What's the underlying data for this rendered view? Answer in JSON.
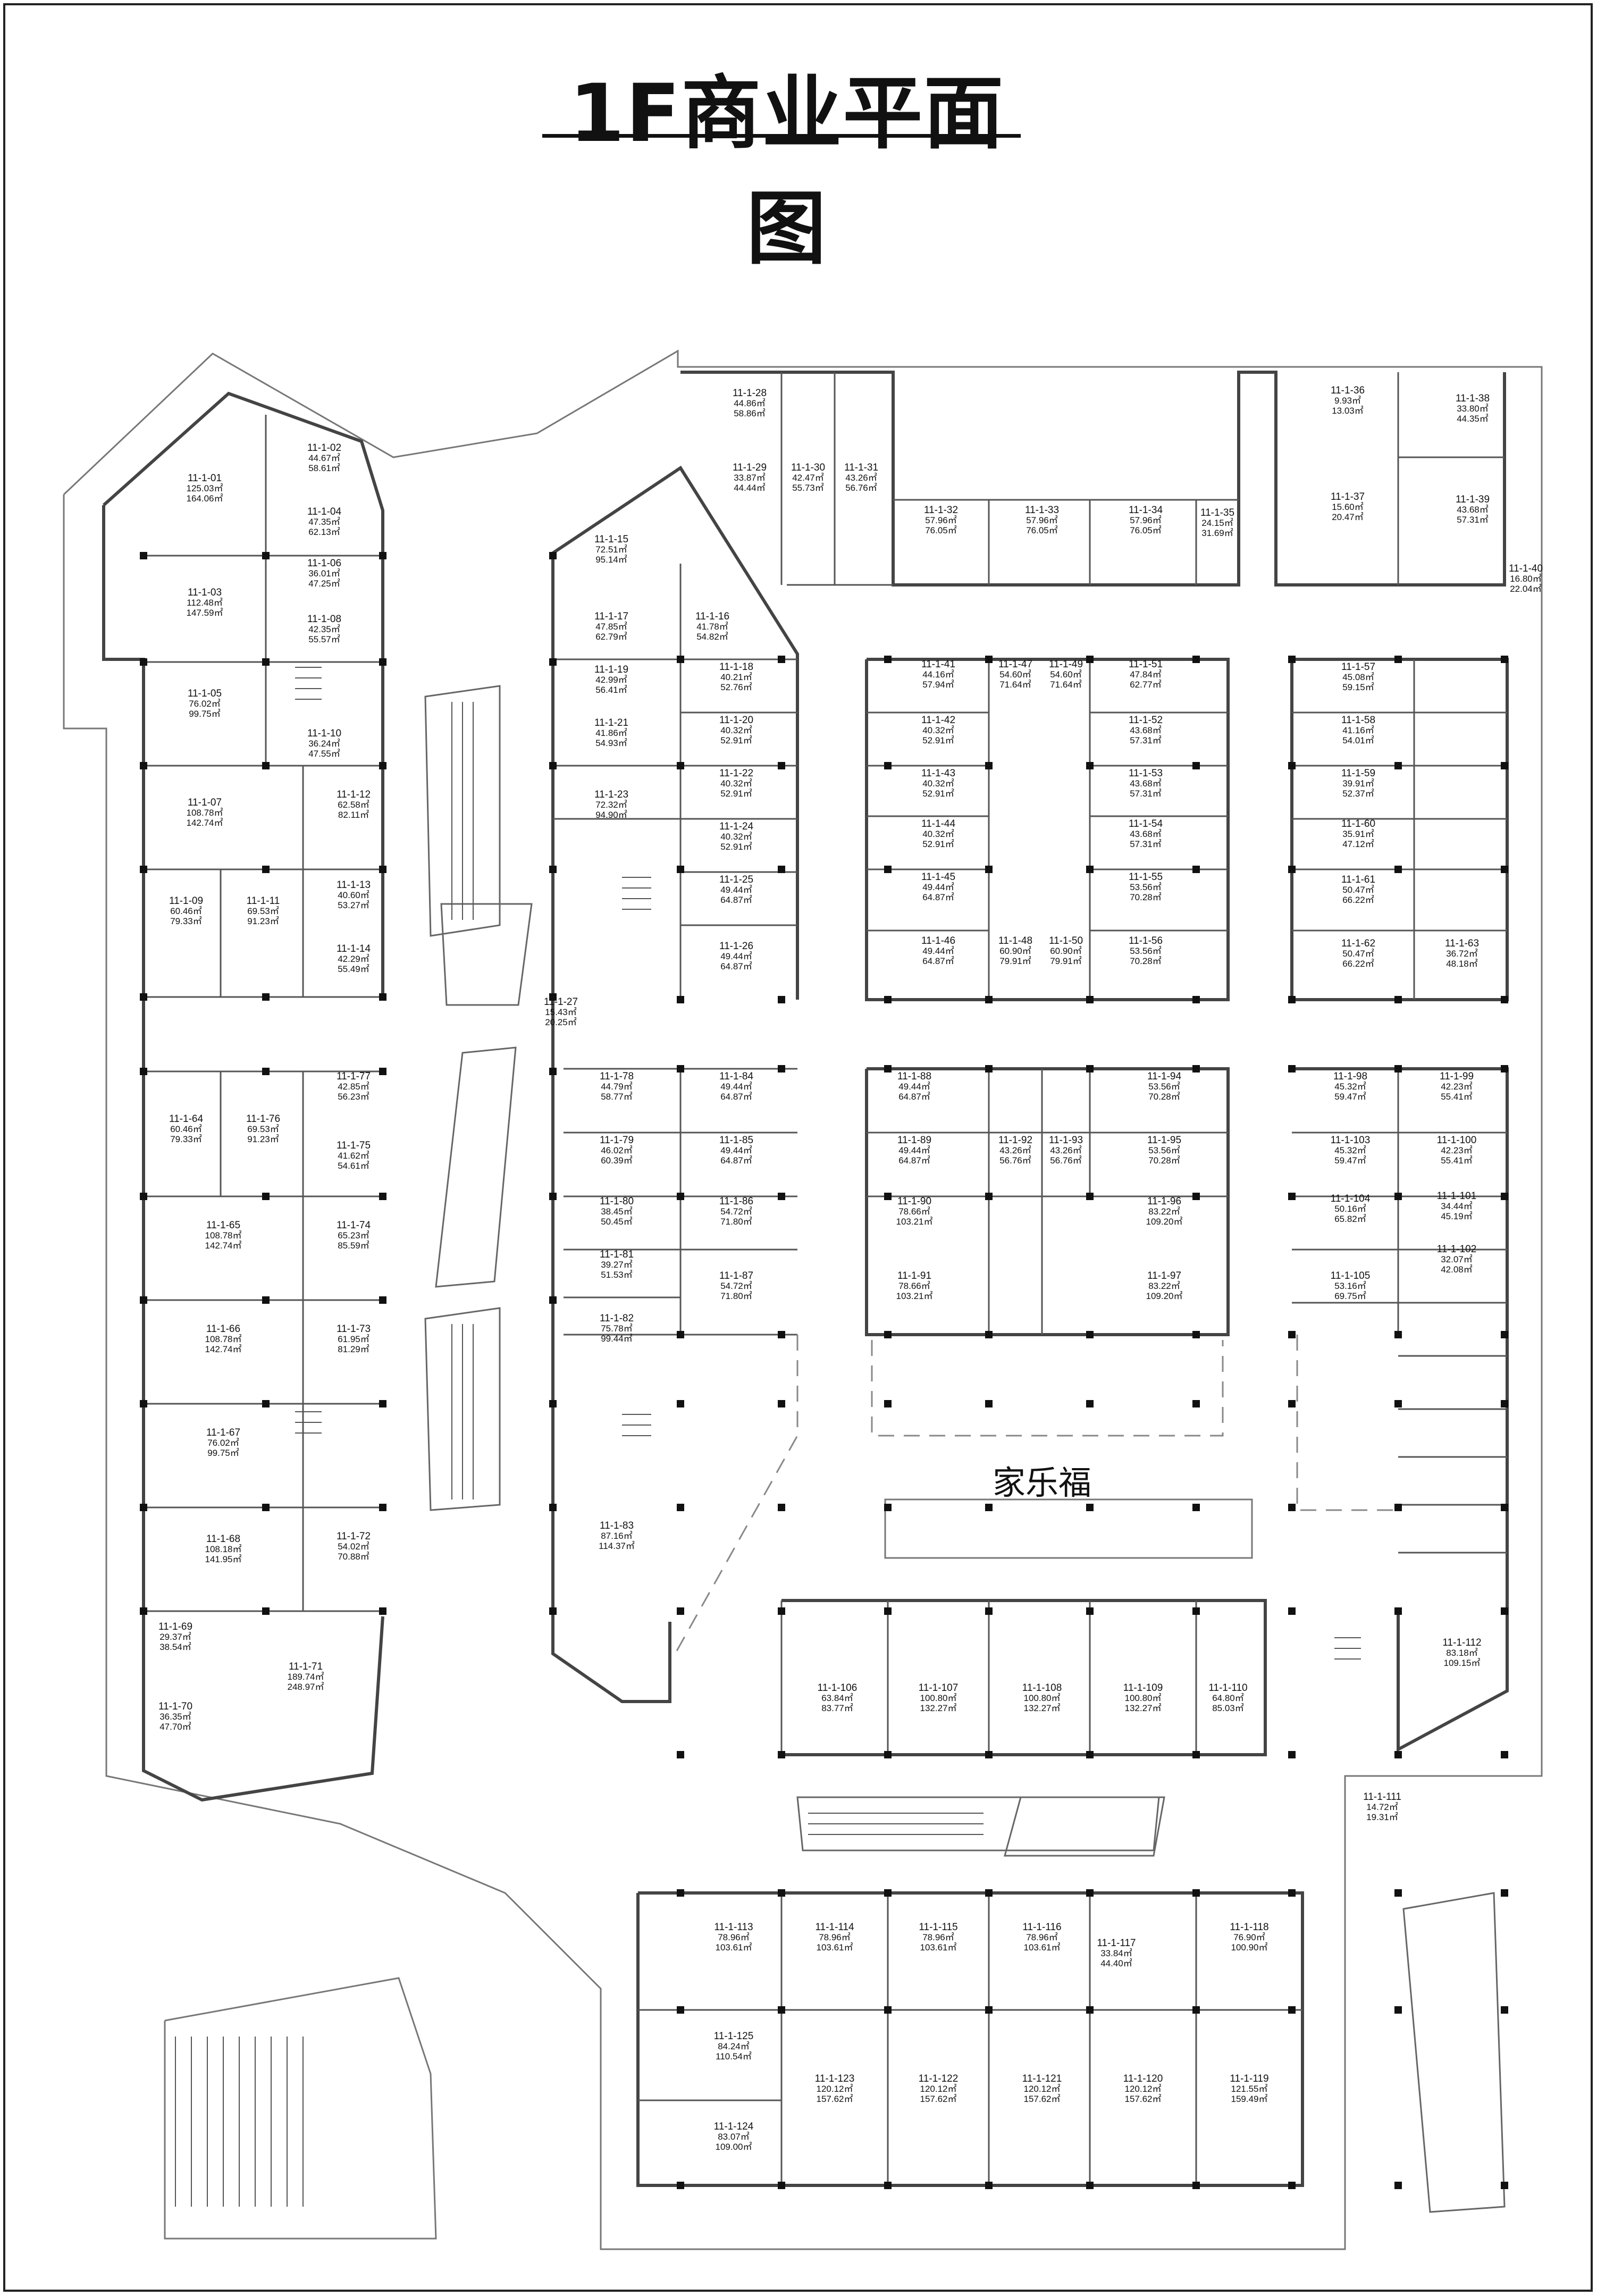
{
  "title": "1F商业平面图",
  "anchor_label": "家乐福",
  "units": [
    {
      "id": "11-1-01",
      "a": "125.03㎡",
      "b": "164.06㎡"
    },
    {
      "id": "11-1-02",
      "a": "44.67㎡",
      "b": "58.61㎡"
    },
    {
      "id": "11-1-03",
      "a": "112.48㎡",
      "b": "147.59㎡"
    },
    {
      "id": "11-1-04",
      "a": "47.35㎡",
      "b": "62.13㎡"
    },
    {
      "id": "11-1-05",
      "a": "76.02㎡",
      "b": "99.75㎡"
    },
    {
      "id": "11-1-06",
      "a": "36.01㎡",
      "b": "47.25㎡"
    },
    {
      "id": "11-1-07",
      "a": "108.78㎡",
      "b": "142.74㎡"
    },
    {
      "id": "11-1-08",
      "a": "42.35㎡",
      "b": "55.57㎡"
    },
    {
      "id": "11-1-09",
      "a": "60.46㎡",
      "b": "79.33㎡"
    },
    {
      "id": "11-1-10",
      "a": "36.24㎡",
      "b": "47.55㎡"
    },
    {
      "id": "11-1-11",
      "a": "69.53㎡",
      "b": "91.23㎡"
    },
    {
      "id": "11-1-12",
      "a": "62.58㎡",
      "b": "82.11㎡"
    },
    {
      "id": "11-1-13",
      "a": "40.60㎡",
      "b": "53.27㎡"
    },
    {
      "id": "11-1-14",
      "a": "42.29㎡",
      "b": "55.49㎡"
    },
    {
      "id": "11-1-15",
      "a": "72.51㎡",
      "b": "95.14㎡"
    },
    {
      "id": "11-1-16",
      "a": "41.78㎡",
      "b": "54.82㎡"
    },
    {
      "id": "11-1-17",
      "a": "47.85㎡",
      "b": "62.79㎡"
    },
    {
      "id": "11-1-18",
      "a": "40.21㎡",
      "b": "52.76㎡"
    },
    {
      "id": "11-1-19",
      "a": "42.99㎡",
      "b": "56.41㎡"
    },
    {
      "id": "11-1-20",
      "a": "40.32㎡",
      "b": "52.91㎡"
    },
    {
      "id": "11-1-21",
      "a": "41.86㎡",
      "b": "54.93㎡"
    },
    {
      "id": "11-1-22",
      "a": "40.32㎡",
      "b": "52.91㎡"
    },
    {
      "id": "11-1-23",
      "a": "72.32㎡",
      "b": "94.90㎡"
    },
    {
      "id": "11-1-24",
      "a": "40.32㎡",
      "b": "52.91㎡"
    },
    {
      "id": "11-1-25",
      "a": "49.44㎡",
      "b": "64.87㎡"
    },
    {
      "id": "11-1-26",
      "a": "49.44㎡",
      "b": "64.87㎡"
    },
    {
      "id": "11-1-27",
      "a": "15.43㎡",
      "b": "20.25㎡"
    },
    {
      "id": "11-1-28",
      "a": "44.86㎡",
      "b": "58.86㎡"
    },
    {
      "id": "11-1-29",
      "a": "33.87㎡",
      "b": "44.44㎡"
    },
    {
      "id": "11-1-30",
      "a": "42.47㎡",
      "b": "55.73㎡"
    },
    {
      "id": "11-1-31",
      "a": "43.26㎡",
      "b": "56.76㎡"
    },
    {
      "id": "11-1-32",
      "a": "57.96㎡",
      "b": "76.05㎡"
    },
    {
      "id": "11-1-33",
      "a": "57.96㎡",
      "b": "76.05㎡"
    },
    {
      "id": "11-1-34",
      "a": "57.96㎡",
      "b": "76.05㎡"
    },
    {
      "id": "11-1-35",
      "a": "24.15㎡",
      "b": "31.69㎡"
    },
    {
      "id": "11-1-36",
      "a": "9.93㎡",
      "b": "13.03㎡"
    },
    {
      "id": "11-1-37",
      "a": "15.60㎡",
      "b": "20.47㎡"
    },
    {
      "id": "11-1-38",
      "a": "33.80㎡",
      "b": "44.35㎡"
    },
    {
      "id": "11-1-39",
      "a": "43.68㎡",
      "b": "57.31㎡"
    },
    {
      "id": "11-1-40",
      "a": "16.80㎡",
      "b": "22.04㎡"
    },
    {
      "id": "11-1-41",
      "a": "44.16㎡",
      "b": "57.94㎡"
    },
    {
      "id": "11-1-42",
      "a": "40.32㎡",
      "b": "52.91㎡"
    },
    {
      "id": "11-1-43",
      "a": "40.32㎡",
      "b": "52.91㎡"
    },
    {
      "id": "11-1-44",
      "a": "40.32㎡",
      "b": "52.91㎡"
    },
    {
      "id": "11-1-45",
      "a": "49.44㎡",
      "b": "64.87㎡"
    },
    {
      "id": "11-1-46",
      "a": "49.44㎡",
      "b": "64.87㎡"
    },
    {
      "id": "11-1-47",
      "a": "54.60㎡",
      "b": "71.64㎡"
    },
    {
      "id": "11-1-48",
      "a": "60.90㎡",
      "b": "79.91㎡"
    },
    {
      "id": "11-1-49",
      "a": "54.60㎡",
      "b": "71.64㎡"
    },
    {
      "id": "11-1-50",
      "a": "60.90㎡",
      "b": "79.91㎡"
    },
    {
      "id": "11-1-51",
      "a": "47.84㎡",
      "b": "62.77㎡"
    },
    {
      "id": "11-1-52",
      "a": "43.68㎡",
      "b": "57.31㎡"
    },
    {
      "id": "11-1-53",
      "a": "43.68㎡",
      "b": "57.31㎡"
    },
    {
      "id": "11-1-54",
      "a": "43.68㎡",
      "b": "57.31㎡"
    },
    {
      "id": "11-1-55",
      "a": "53.56㎡",
      "b": "70.28㎡"
    },
    {
      "id": "11-1-56",
      "a": "53.56㎡",
      "b": "70.28㎡"
    },
    {
      "id": "11-1-57",
      "a": "45.08㎡",
      "b": "59.15㎡"
    },
    {
      "id": "11-1-58",
      "a": "41.16㎡",
      "b": "54.01㎡"
    },
    {
      "id": "11-1-59",
      "a": "39.91㎡",
      "b": "52.37㎡"
    },
    {
      "id": "11-1-60",
      "a": "35.91㎡",
      "b": "47.12㎡"
    },
    {
      "id": "11-1-61",
      "a": "50.47㎡",
      "b": "66.22㎡"
    },
    {
      "id": "11-1-62",
      "a": "50.47㎡",
      "b": "66.22㎡"
    },
    {
      "id": "11-1-63",
      "a": "36.72㎡",
      "b": "48.18㎡"
    },
    {
      "id": "11-1-64",
      "a": "60.46㎡",
      "b": "79.33㎡"
    },
    {
      "id": "11-1-65",
      "a": "108.78㎡",
      "b": "142.74㎡"
    },
    {
      "id": "11-1-66",
      "a": "108.78㎡",
      "b": "142.74㎡"
    },
    {
      "id": "11-1-67",
      "a": "76.02㎡",
      "b": "99.75㎡"
    },
    {
      "id": "11-1-68",
      "a": "108.18㎡",
      "b": "141.95㎡"
    },
    {
      "id": "11-1-69",
      "a": "29.37㎡",
      "b": "38.54㎡"
    },
    {
      "id": "11-1-70",
      "a": "36.35㎡",
      "b": "47.70㎡"
    },
    {
      "id": "11-1-71",
      "a": "189.74㎡",
      "b": "248.97㎡"
    },
    {
      "id": "11-1-72",
      "a": "54.02㎡",
      "b": "70.88㎡"
    },
    {
      "id": "11-1-73",
      "a": "61.95㎡",
      "b": "81.29㎡"
    },
    {
      "id": "11-1-74",
      "a": "65.23㎡",
      "b": "85.59㎡"
    },
    {
      "id": "11-1-75",
      "a": "41.62㎡",
      "b": "54.61㎡"
    },
    {
      "id": "11-1-76",
      "a": "69.53㎡",
      "b": "91.23㎡"
    },
    {
      "id": "11-1-77",
      "a": "42.85㎡",
      "b": "56.23㎡"
    },
    {
      "id": "11-1-78",
      "a": "44.79㎡",
      "b": "58.77㎡"
    },
    {
      "id": "11-1-79",
      "a": "46.02㎡",
      "b": "60.39㎡"
    },
    {
      "id": "11-1-80",
      "a": "38.45㎡",
      "b": "50.45㎡"
    },
    {
      "id": "11-1-81",
      "a": "39.27㎡",
      "b": "51.53㎡"
    },
    {
      "id": "11-1-82",
      "a": "75.78㎡",
      "b": "99.44㎡"
    },
    {
      "id": "11-1-83",
      "a": "87.16㎡",
      "b": "114.37㎡"
    },
    {
      "id": "11-1-84",
      "a": "49.44㎡",
      "b": "64.87㎡"
    },
    {
      "id": "11-1-85",
      "a": "49.44㎡",
      "b": "64.87㎡"
    },
    {
      "id": "11-1-86",
      "a": "54.72㎡",
      "b": "71.80㎡"
    },
    {
      "id": "11-1-87",
      "a": "54.72㎡",
      "b": "71.80㎡"
    },
    {
      "id": "11-1-88",
      "a": "49.44㎡",
      "b": "64.87㎡"
    },
    {
      "id": "11-1-89",
      "a": "49.44㎡",
      "b": "64.87㎡"
    },
    {
      "id": "11-1-90",
      "a": "78.66㎡",
      "b": "103.21㎡"
    },
    {
      "id": "11-1-91",
      "a": "78.66㎡",
      "b": "103.21㎡"
    },
    {
      "id": "11-1-92",
      "a": "43.26㎡",
      "b": "56.76㎡"
    },
    {
      "id": "11-1-93",
      "a": "43.26㎡",
      "b": "56.76㎡"
    },
    {
      "id": "11-1-94",
      "a": "53.56㎡",
      "b": "70.28㎡"
    },
    {
      "id": "11-1-95",
      "a": "53.56㎡",
      "b": "70.28㎡"
    },
    {
      "id": "11-1-96",
      "a": "83.22㎡",
      "b": "109.20㎡"
    },
    {
      "id": "11-1-97",
      "a": "83.22㎡",
      "b": "109.20㎡"
    },
    {
      "id": "11-1-98",
      "a": "45.32㎡",
      "b": "59.47㎡"
    },
    {
      "id": "11-1-99",
      "a": "42.23㎡",
      "b": "55.41㎡"
    },
    {
      "id": "11-1-100",
      "a": "42.23㎡",
      "b": "55.41㎡"
    },
    {
      "id": "11-1-101",
      "a": "34.44㎡",
      "b": "45.19㎡"
    },
    {
      "id": "11-1-102",
      "a": "32.07㎡",
      "b": "42.08㎡"
    },
    {
      "id": "11-1-103",
      "a": "45.32㎡",
      "b": "59.47㎡"
    },
    {
      "id": "11-1-104",
      "a": "50.16㎡",
      "b": "65.82㎡"
    },
    {
      "id": "11-1-105",
      "a": "53.16㎡",
      "b": "69.75㎡"
    },
    {
      "id": "11-1-106",
      "a": "63.84㎡",
      "b": "83.77㎡"
    },
    {
      "id": "11-1-107",
      "a": "100.80㎡",
      "b": "132.27㎡"
    },
    {
      "id": "11-1-108",
      "a": "100.80㎡",
      "b": "132.27㎡"
    },
    {
      "id": "11-1-109",
      "a": "100.80㎡",
      "b": "132.27㎡"
    },
    {
      "id": "11-1-110",
      "a": "64.80㎡",
      "b": "85.03㎡"
    },
    {
      "id": "11-1-111",
      "a": "14.72㎡",
      "b": "19.31㎡"
    },
    {
      "id": "11-1-112",
      "a": "83.18㎡",
      "b": "109.15㎡"
    },
    {
      "id": "11-1-113",
      "a": "78.96㎡",
      "b": "103.61㎡"
    },
    {
      "id": "11-1-114",
      "a": "78.96㎡",
      "b": "103.61㎡"
    },
    {
      "id": "11-1-115",
      "a": "78.96㎡",
      "b": "103.61㎡"
    },
    {
      "id": "11-1-116",
      "a": "78.96㎡",
      "b": "103.61㎡"
    },
    {
      "id": "11-1-117",
      "a": "33.84㎡",
      "b": "44.40㎡"
    },
    {
      "id": "11-1-118",
      "a": "76.90㎡",
      "b": "100.90㎡"
    },
    {
      "id": "11-1-119",
      "a": "121.55㎡",
      "b": "159.49㎡"
    },
    {
      "id": "11-1-120",
      "a": "120.12㎡",
      "b": "157.62㎡"
    },
    {
      "id": "11-1-121",
      "a": "120.12㎡",
      "b": "157.62㎡"
    },
    {
      "id": "11-1-122",
      "a": "120.12㎡",
      "b": "157.62㎡"
    },
    {
      "id": "11-1-123",
      "a": "120.12㎡",
      "b": "157.62㎡"
    },
    {
      "id": "11-1-124",
      "a": "83.07㎡",
      "b": "109.00㎡"
    },
    {
      "id": "11-1-125",
      "a": "84.24㎡",
      "b": "110.54㎡"
    }
  ]
}
